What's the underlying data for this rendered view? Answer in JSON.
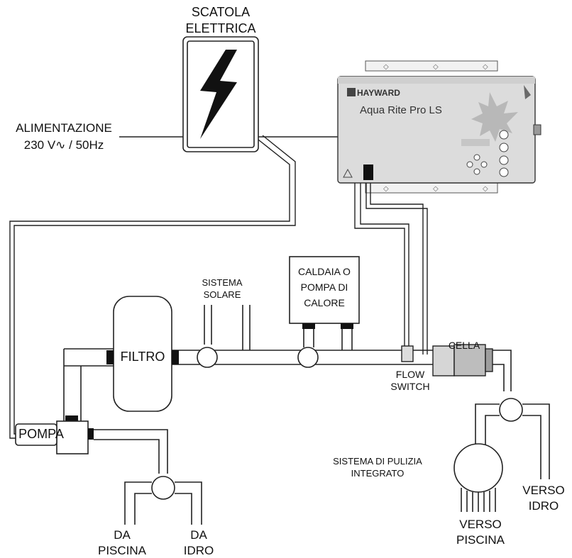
{
  "electrical_box": {
    "title_line1": "SCATOLA",
    "title_line2": "ELETTRICA",
    "icon": "lightning-bolt-icon"
  },
  "power": {
    "line1": "ALIMENTAZIONE",
    "line2": "230 V∿ / 50Hz"
  },
  "controller": {
    "brand": "HAYWARD",
    "model": "Aqua Rite Pro LS"
  },
  "components": {
    "filter": "FILTRO",
    "pump": "POMPA",
    "solar_line1": "SISTEMA",
    "solar_line2": "SOLARE",
    "heater_line1": "CALDAIA O",
    "heater_line2": "POMPA DI",
    "heater_line3": "CALORE",
    "cell": "CELLA",
    "flow_line1": "FLOW",
    "flow_line2": "SWITCH",
    "cleaning_line1": "SISTEMA DI PULIZIA",
    "cleaning_line2": "INTEGRATO"
  },
  "endpoints": {
    "from_pool_line1": "DA",
    "from_pool_line2": "PISCINA",
    "from_spa_line1": "DA",
    "from_spa_line2": "IDRO",
    "to_pool_line1": "VERSO",
    "to_pool_line2": "PISCINA",
    "to_spa_line1": "VERSO",
    "to_spa_line2": "IDRO"
  }
}
